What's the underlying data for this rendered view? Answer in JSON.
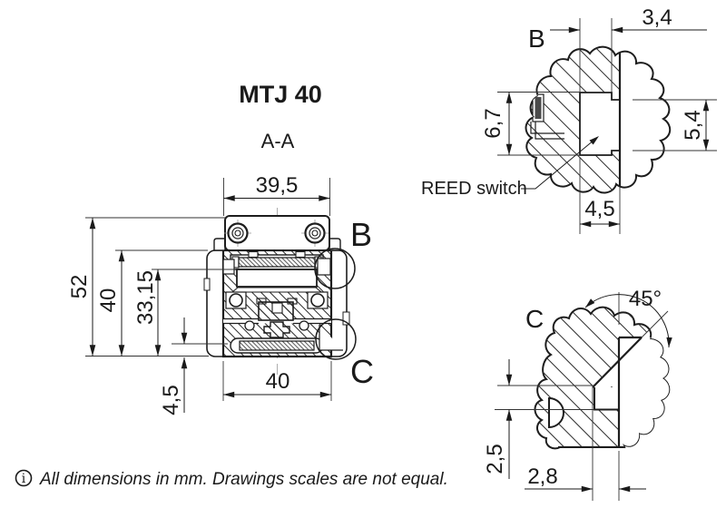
{
  "drawing": {
    "title": "MTJ 40",
    "section_label": "A-A"
  },
  "main_view": {
    "detail_b_label": "B",
    "detail_c_label": "C",
    "dims": {
      "top_width": "39,5",
      "total_height": "52",
      "body_height": "40",
      "inner_height": "33,15",
      "belt_bottom_offset": "4,5",
      "body_width": "40"
    }
  },
  "detail_b": {
    "label": "B",
    "callout_reed_switch": "REED switch",
    "dims": {
      "slot_offset": "3,4",
      "left_depth": "6,7",
      "right_depth": "5,4",
      "slot_width": "4,5"
    }
  },
  "detail_c": {
    "label": "C",
    "dims": {
      "chamfer_angle": "45°",
      "step_height": "2,5",
      "step_width": "2,8"
    }
  },
  "footer": {
    "info_glyph": "i",
    "note": "All dimensions in mm. Drawings scales are not equal."
  }
}
